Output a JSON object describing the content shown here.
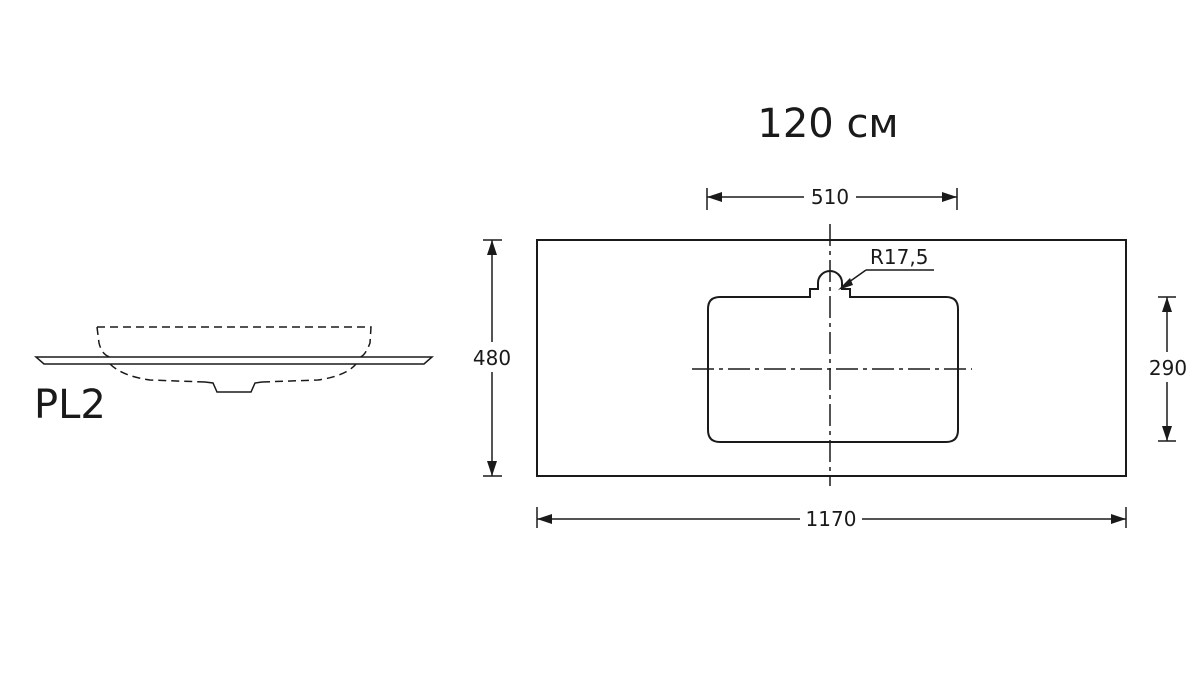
{
  "title": "120 см",
  "model_code": "PL2",
  "dimensions": {
    "basin_width": "510",
    "total_depth": "480",
    "basin_depth": "290",
    "total_width": "1170",
    "drain_radius": "R17,5"
  },
  "colors": {
    "line": "#1a1a1a",
    "background": "#ffffff"
  }
}
